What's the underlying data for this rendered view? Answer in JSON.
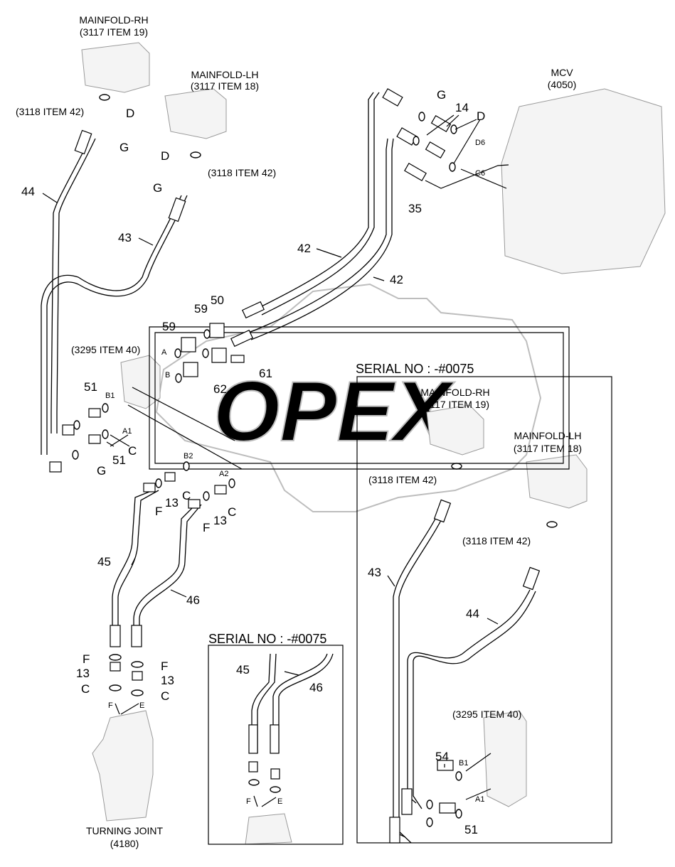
{
  "labels": {
    "manifold_rh": "MAINFOLD-RH",
    "manifold_rh_ref": "(3117 ITEM 19)",
    "manifold_lh": "MAINFOLD-LH",
    "manifold_lh_ref": "(3117 ITEM 18)",
    "mcv": "MCV",
    "mcv_ref": "(4050)",
    "ref_3118_a": "(3118 ITEM 42)",
    "ref_3118_b": "(3118 ITEM 42)",
    "ref_3295": "(3295 ITEM 40)",
    "turning_joint": "TURNING JOINT",
    "turning_joint_ref": "(4180)",
    "serial_main": "SERIAL NO : -#0075",
    "serial_bottom": "SERIAL NO : -#0075",
    "inset_manifold_rh": "MAINFOLD-RH",
    "inset_manifold_rh_ref": "(3117 ITEM 19)",
    "inset_manifold_lh": "MAINFOLD-LH",
    "inset_manifold_lh_ref": "(3117 ITEM 18)",
    "inset_ref_3118_a": "(3118 ITEM 42)",
    "inset_ref_3118_b": "(3118 ITEM 42)",
    "inset_ref_3295": "(3295 ITEM 40)",
    "watermark": "OPEX"
  },
  "callouts": {
    "p44": "44",
    "p43": "43",
    "p42a": "42",
    "p42b": "42",
    "p14": "14",
    "p35": "35",
    "p50": "50",
    "p59a": "59",
    "p59b": "59",
    "p61": "61",
    "p62": "62",
    "p51a": "51",
    "p51b": "51",
    "p13a": "13",
    "p13b": "13",
    "p13c": "13",
    "p13d": "13",
    "p45": "45",
    "p46": "46",
    "p45b": "45",
    "p46b": "46",
    "p43i": "43",
    "p44i": "44",
    "p54i": "54",
    "p51i": "51",
    "gD1": "D",
    "gG1": "G",
    "gD2": "D",
    "gG2": "G",
    "gG3": "G",
    "gD3": "D",
    "gC1": "C",
    "gG4": "G",
    "gF1": "F",
    "gC2": "C",
    "gF2": "F",
    "gC3": "C",
    "gF3": "F",
    "gC4": "C",
    "gF4": "F",
    "gC5": "C",
    "pD6": "D6",
    "pC6": "C6",
    "pA": "A",
    "pB": "B",
    "pB1": "B1",
    "pA1": "A1",
    "pB2": "B2",
    "pA2": "A2",
    "pF": "F",
    "pE": "E",
    "pFb": "F",
    "pEb": "E",
    "pB1i": "B1",
    "pA1i": "A1"
  }
}
